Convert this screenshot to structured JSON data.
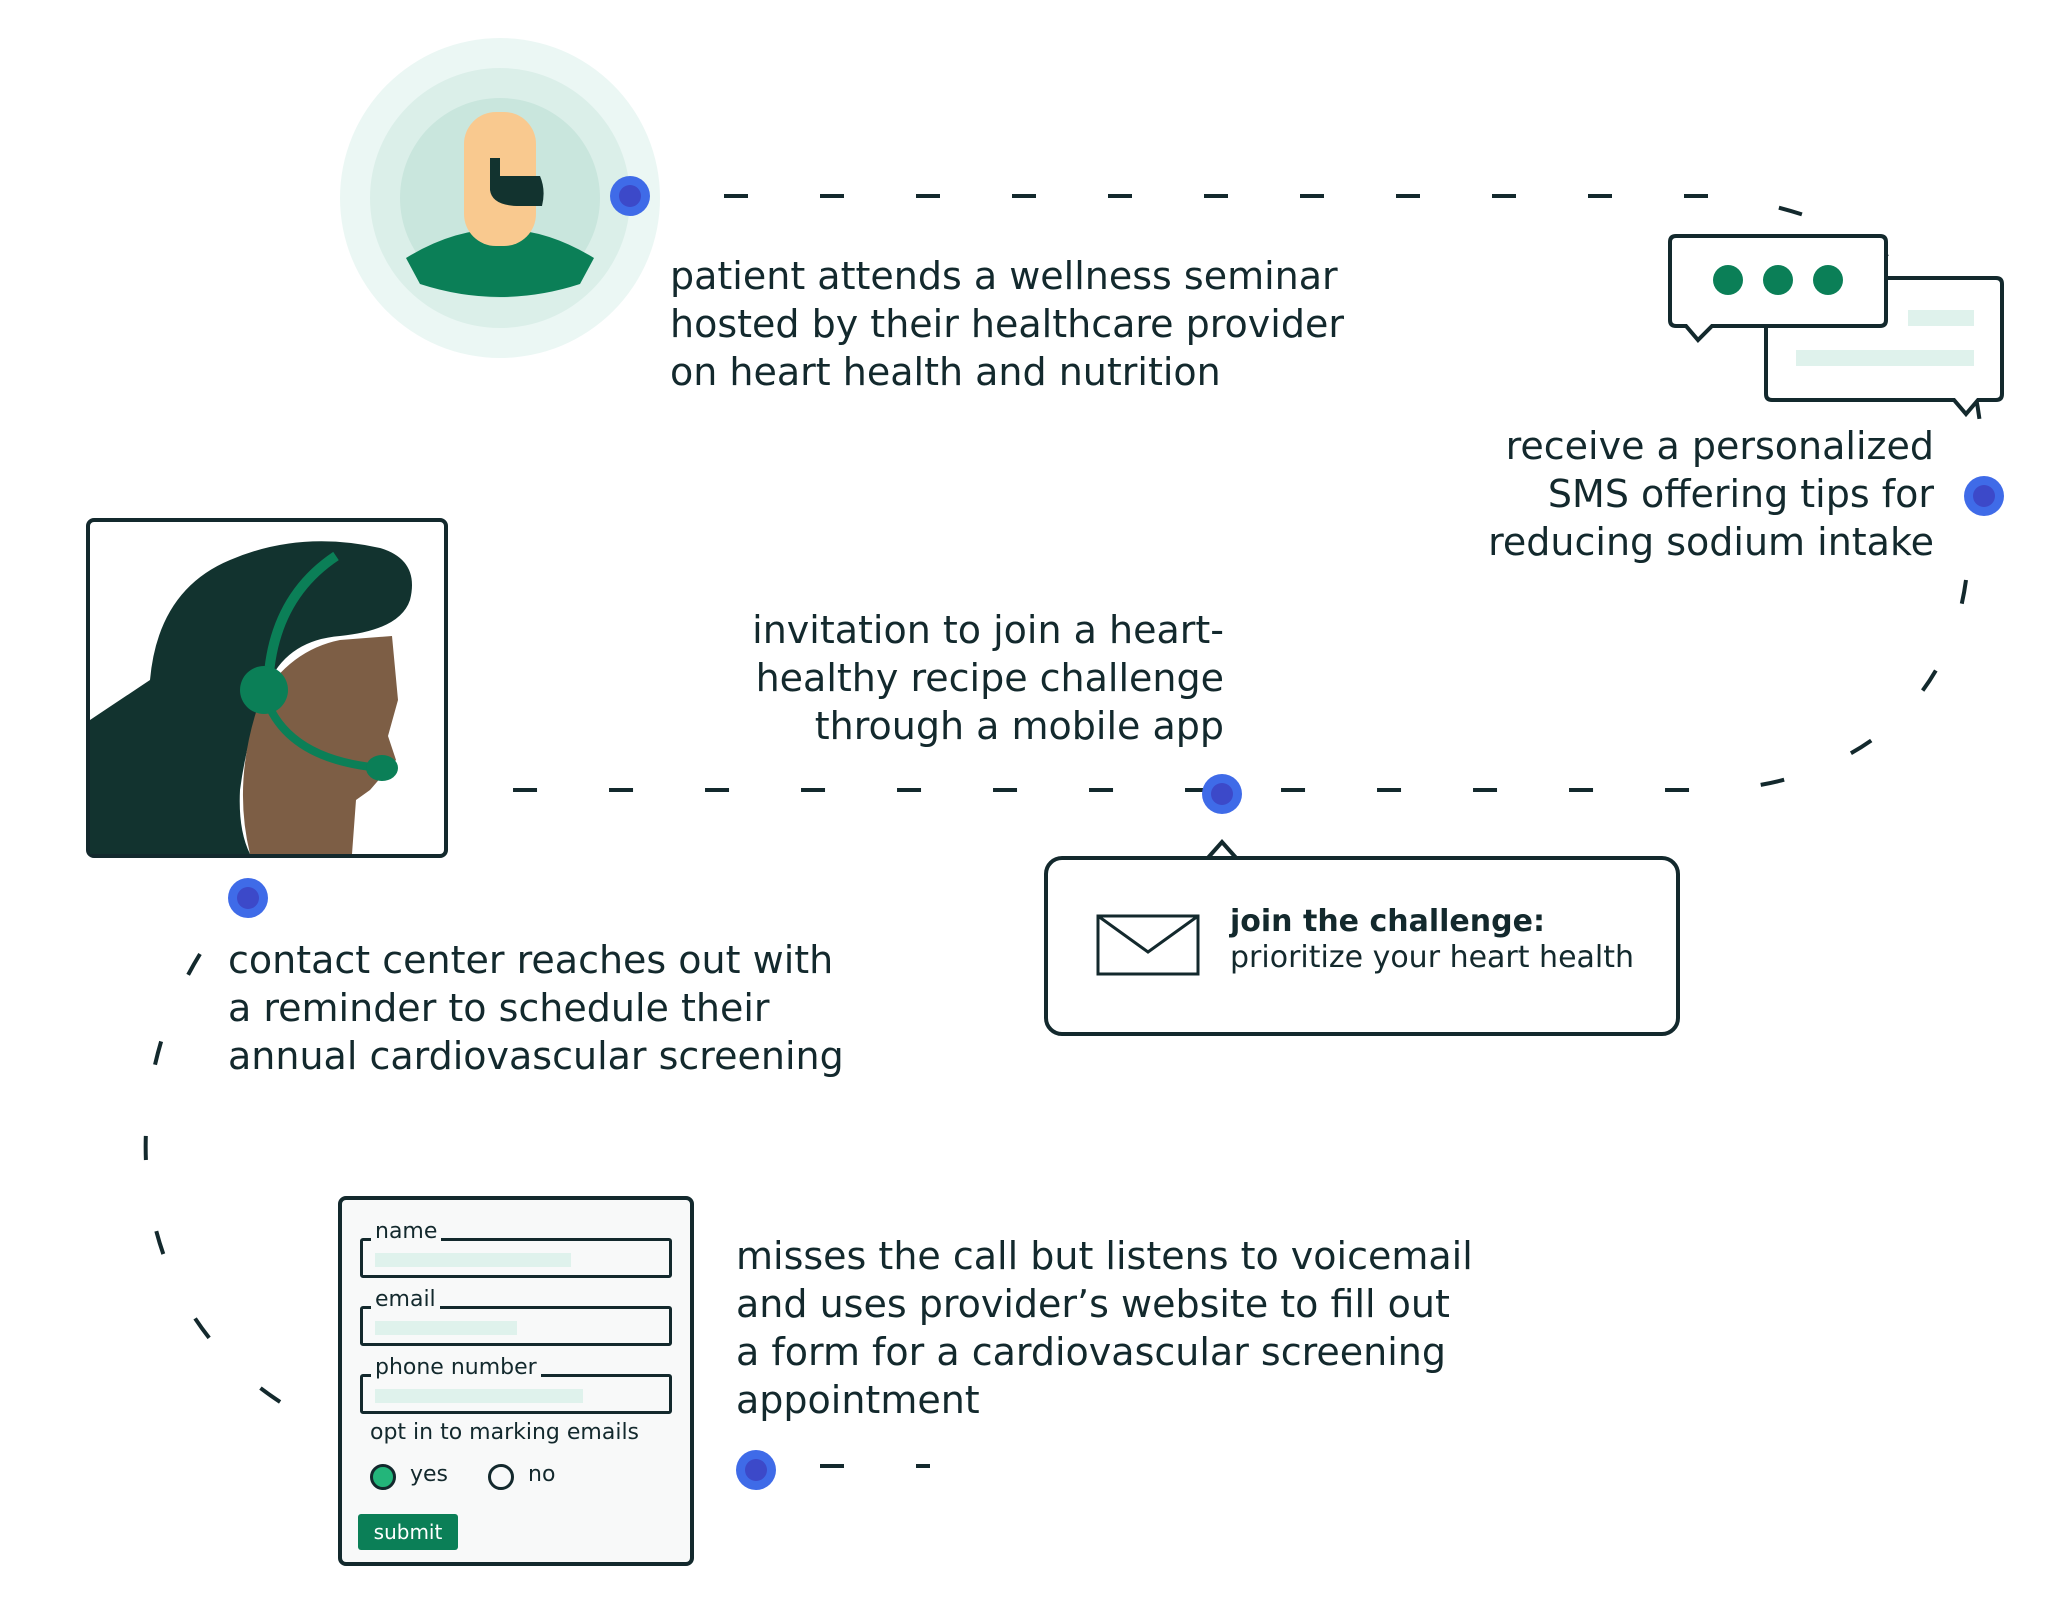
{
  "steps": [
    {
      "text_lines": [
        "patient attends a wellness seminar",
        "hosted by their healthcare provider",
        "on heart health and nutrition"
      ]
    },
    {
      "text_lines": [
        "receive a personalized",
        "SMS offering tips for",
        "reducing sodium intake"
      ]
    },
    {
      "text_lines": [
        "invitation to join a heart-",
        "healthy recipe challenge",
        "through a mobile app"
      ]
    },
    {
      "text_lines": [
        "contact center reaches out with",
        "a reminder to schedule their",
        "annual cardiovascular screening"
      ]
    },
    {
      "text_lines": [
        "misses the call but listens to voicemail",
        "and uses provider’s website to fill out",
        "a form for a cardiovascular screening",
        "appointment"
      ]
    }
  ],
  "email_card": {
    "title": "join the challenge:",
    "subtitle": "prioritize your heart health"
  },
  "form": {
    "fields": [
      {
        "label": "name"
      },
      {
        "label": "email"
      },
      {
        "label": "phone number"
      }
    ],
    "opt_in_label": "opt in to marking emails",
    "options": [
      {
        "label": "yes",
        "selected": true
      },
      {
        "label": "no",
        "selected": false
      }
    ],
    "submit_label": "submit"
  },
  "colors": {
    "ink": "#13292d",
    "node_blue": "#3f6be8",
    "node_inner": "#3c49c9",
    "brand_green": "#0b7f57",
    "mint": "#dff2ec",
    "skin": "#f9c98f",
    "skin_dark": "#7d5e45",
    "hair_dark": "#12332f"
  },
  "icons": [
    "seminar-avatar-icon",
    "chat-bubbles-icon",
    "contact-center-agent-icon",
    "envelope-icon"
  ]
}
